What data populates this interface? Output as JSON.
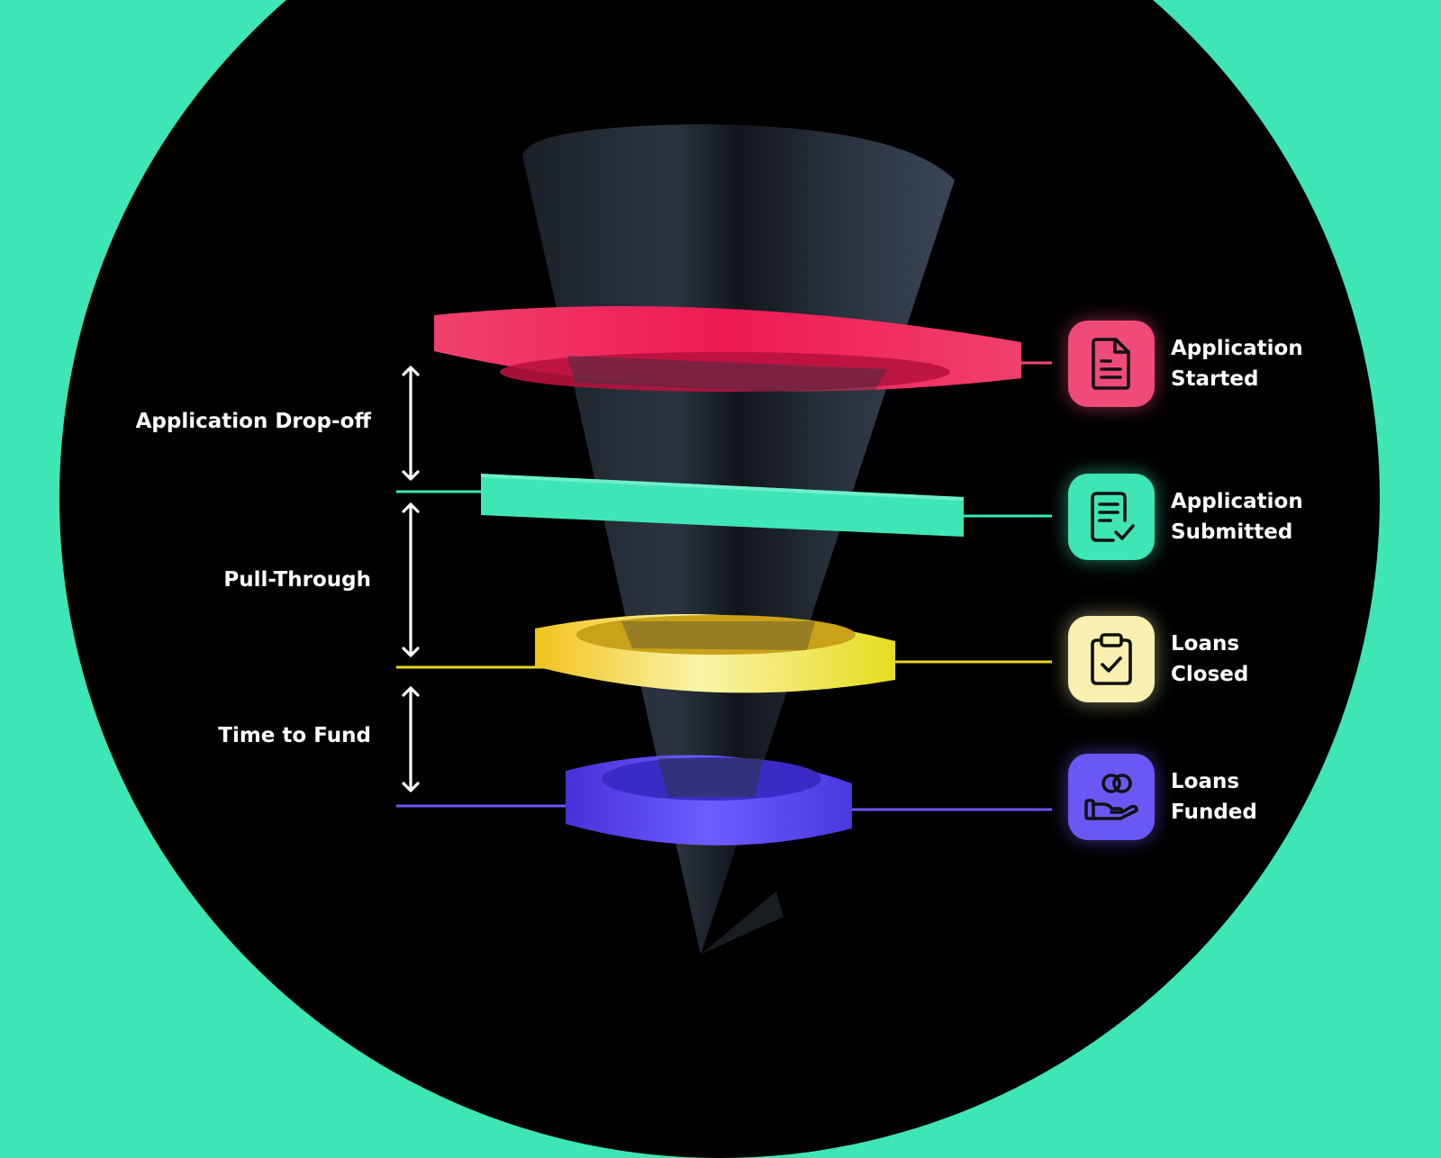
{
  "colors": {
    "background": "#3ee6b5",
    "circle": "#000000",
    "funnel": "#2b3440",
    "started": "#ef2f63",
    "submitted": "#3ee6b5",
    "closed": "#f4d23a",
    "funded": "#5a4bf0"
  },
  "stages": [
    {
      "id": "started",
      "line1": "Application",
      "line2": "Started",
      "icon": "document-icon",
      "color": "#ef2f63"
    },
    {
      "id": "submitted",
      "line1": "Application",
      "line2": "Submitted",
      "icon": "document-check-icon",
      "color": "#3ee6b5"
    },
    {
      "id": "closed",
      "line1": "Loans",
      "line2": "Closed",
      "icon": "clipboard-check-icon",
      "color": "#f8ecad"
    },
    {
      "id": "funded",
      "line1": "Loans",
      "line2": "Funded",
      "icon": "hand-coins-icon",
      "color": "#6a58f5"
    }
  ],
  "intervals": [
    {
      "label": "Application Drop-off"
    },
    {
      "label": "Pull-Through"
    },
    {
      "label": "Time to Fund"
    }
  ]
}
